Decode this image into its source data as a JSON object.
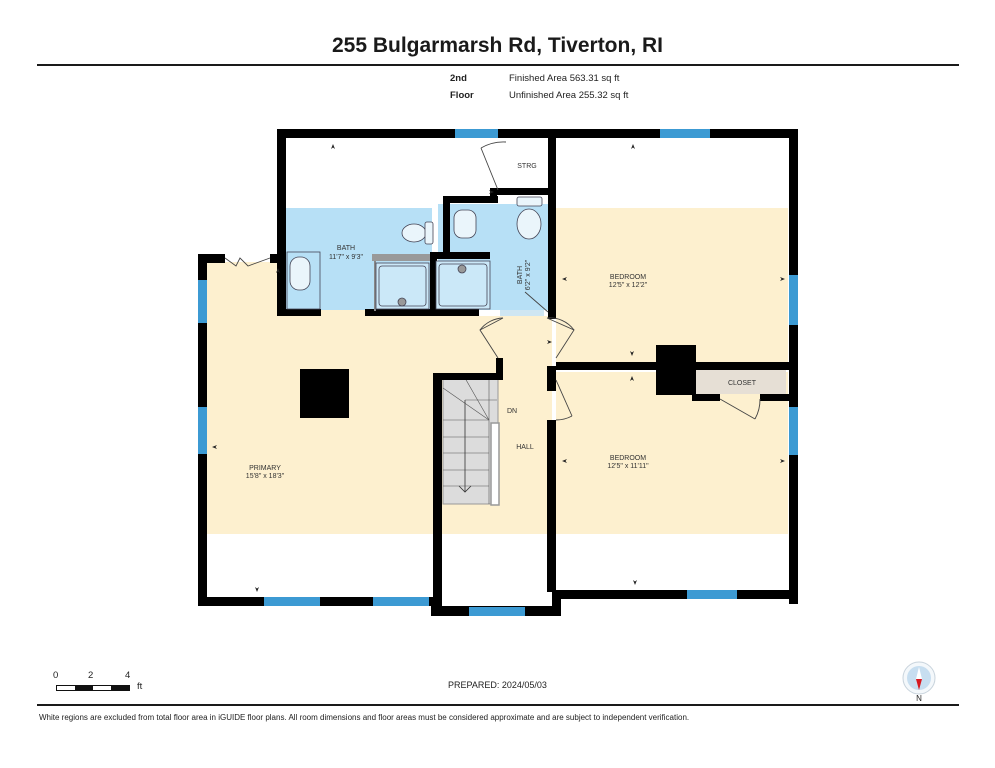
{
  "header": {
    "title": "255 Bulgarmarsh Rd, Tiverton, RI",
    "floor_name": "2nd Floor",
    "finished_area": "Finished Area 563.31 sq ft",
    "unfinished_area": "Unfinished Area 255.32 sq ft"
  },
  "rooms": [
    {
      "name": "BATH",
      "dims": "11'7\" x 9'3\""
    },
    {
      "name": "STRG",
      "dims": ""
    },
    {
      "name": "BATH",
      "dims": "6'2\" x 9'2\""
    },
    {
      "name": "BEDROOM",
      "dims": "12'5\" x 12'2\""
    },
    {
      "name": "CLOSET",
      "dims": ""
    },
    {
      "name": "BEDROOM",
      "dims": "12'5\" x 11'11\""
    },
    {
      "name": "PRIMARY",
      "dims": "15'8\" x 18'3\""
    },
    {
      "name": "HALL",
      "dims": ""
    },
    {
      "name": "DN",
      "dims": ""
    }
  ],
  "colors": {
    "wall": "#000000",
    "window": "#3c9ad3",
    "finished_floor": "#fdf0cf",
    "bath_floor": "#b7e0f6",
    "closet_floor": "#e6dfd5",
    "unfinished_floor": "#ffffff",
    "stairs": "#dcdcdc"
  },
  "scale": {
    "ticks": [
      "0",
      "2",
      "4"
    ],
    "unit": "ft"
  },
  "footer": {
    "prepared": "PREPARED: 2024/05/03",
    "disclaimer": "White regions are excluded from total floor area in iGUIDE floor plans. All room dimensions and floor areas must be considered approximate and are subject to independent verification.",
    "compass_label": "N"
  }
}
